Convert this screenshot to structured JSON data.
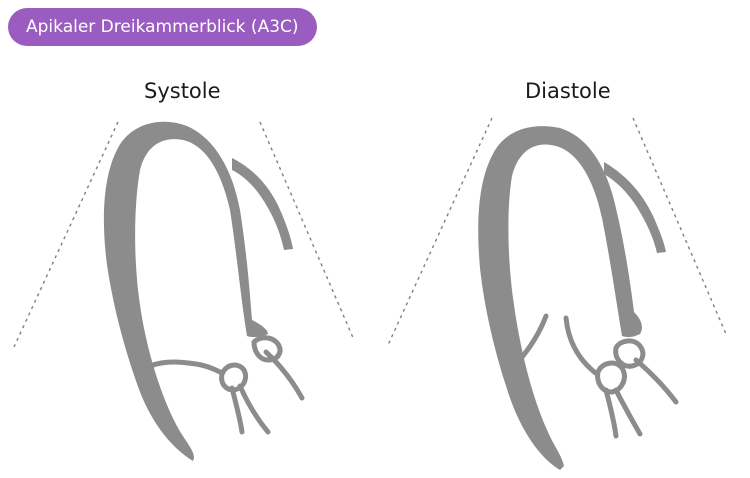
{
  "badge": {
    "title": "Apikaler Dreikammerblick (A3C)",
    "color": "#9b5cc1"
  },
  "views": {
    "left": {
      "label": "Systole"
    },
    "right": {
      "label": "Diastole"
    }
  },
  "colors": {
    "tissue": "#8c8c8c",
    "sector": "#808080"
  }
}
